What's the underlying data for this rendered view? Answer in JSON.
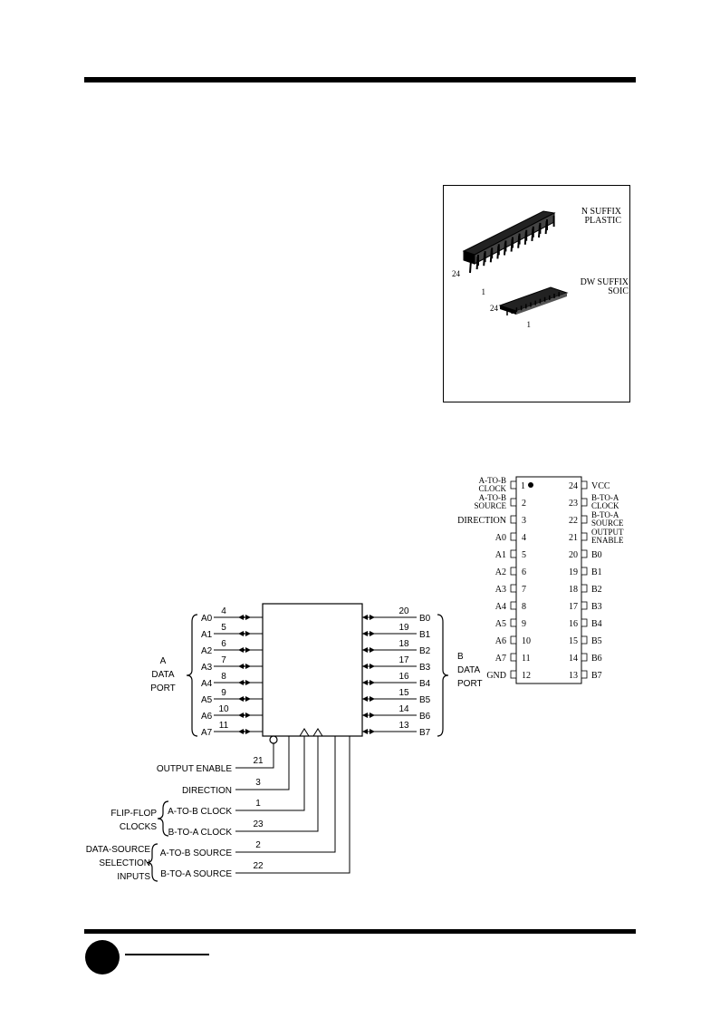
{
  "packages": {
    "n_suffix": {
      "line1": "N SUFFIX",
      "line2": "PLASTIC",
      "pin_high": "24",
      "pin_low": "1"
    },
    "dw_suffix": {
      "line1": "DW SUFFIX",
      "line2": "SOIC",
      "pin_high": "24",
      "pin_low": "1"
    }
  },
  "pinout": {
    "left": [
      {
        "num": "1",
        "label": [
          "A-TO-B",
          "CLOCK"
        ]
      },
      {
        "num": "2",
        "label": [
          "A-TO-B",
          "SOURCE"
        ]
      },
      {
        "num": "3",
        "label": [
          "DIRECTION"
        ]
      },
      {
        "num": "4",
        "label": [
          "A0"
        ]
      },
      {
        "num": "5",
        "label": [
          "A1"
        ]
      },
      {
        "num": "6",
        "label": [
          "A2"
        ]
      },
      {
        "num": "7",
        "label": [
          "A3"
        ]
      },
      {
        "num": "8",
        "label": [
          "A4"
        ]
      },
      {
        "num": "9",
        "label": [
          "A5"
        ]
      },
      {
        "num": "10",
        "label": [
          "A6"
        ]
      },
      {
        "num": "11",
        "label": [
          "A7"
        ]
      },
      {
        "num": "12",
        "label": [
          "GND"
        ]
      }
    ],
    "right": [
      {
        "num": "24",
        "label": [
          "VCC"
        ]
      },
      {
        "num": "23",
        "label": [
          "B-TO-A",
          "CLOCK"
        ]
      },
      {
        "num": "22",
        "label": [
          "B-TO-A",
          "SOURCE"
        ]
      },
      {
        "num": "21",
        "label": [
          "OUTPUT",
          "ENABLE"
        ]
      },
      {
        "num": "20",
        "label": [
          "B0"
        ]
      },
      {
        "num": "19",
        "label": [
          "B1"
        ]
      },
      {
        "num": "18",
        "label": [
          "B2"
        ]
      },
      {
        "num": "17",
        "label": [
          "B3"
        ]
      },
      {
        "num": "16",
        "label": [
          "B4"
        ]
      },
      {
        "num": "15",
        "label": [
          "B5"
        ]
      },
      {
        "num": "14",
        "label": [
          "B6"
        ]
      },
      {
        "num": "13",
        "label": [
          "B7"
        ]
      }
    ]
  },
  "logic": {
    "a_port": [
      {
        "name": "A0",
        "pin": "4"
      },
      {
        "name": "A1",
        "pin": "5"
      },
      {
        "name": "A2",
        "pin": "6"
      },
      {
        "name": "A3",
        "pin": "7"
      },
      {
        "name": "A4",
        "pin": "8"
      },
      {
        "name": "A5",
        "pin": "9"
      },
      {
        "name": "A6",
        "pin": "10"
      },
      {
        "name": "A7",
        "pin": "11"
      }
    ],
    "b_port": [
      {
        "name": "B0",
        "pin": "20"
      },
      {
        "name": "B1",
        "pin": "19"
      },
      {
        "name": "B2",
        "pin": "18"
      },
      {
        "name": "B3",
        "pin": "17"
      },
      {
        "name": "B4",
        "pin": "16"
      },
      {
        "name": "B5",
        "pin": "15"
      },
      {
        "name": "B6",
        "pin": "14"
      },
      {
        "name": "B7",
        "pin": "13"
      }
    ],
    "a_port_label": [
      "A",
      "DATA",
      "PORT"
    ],
    "b_port_label": [
      "B",
      "DATA",
      "PORT"
    ],
    "controls": [
      {
        "name": "OUTPUT ENABLE",
        "pin": "21"
      },
      {
        "name": "DIRECTION",
        "pin": "3"
      },
      {
        "name": "A-TO-B CLOCK",
        "pin": "1"
      },
      {
        "name": "B-TO-A CLOCK",
        "pin": "23"
      },
      {
        "name": "A-TO-B SOURCE",
        "pin": "2"
      },
      {
        "name": "B-TO-A SOURCE",
        "pin": "22"
      }
    ],
    "group_clocks": [
      "FLIP-FLOP",
      "CLOCKS"
    ],
    "group_source": [
      "DATA-SOURCE",
      "SELECTION",
      "INPUTS"
    ]
  }
}
